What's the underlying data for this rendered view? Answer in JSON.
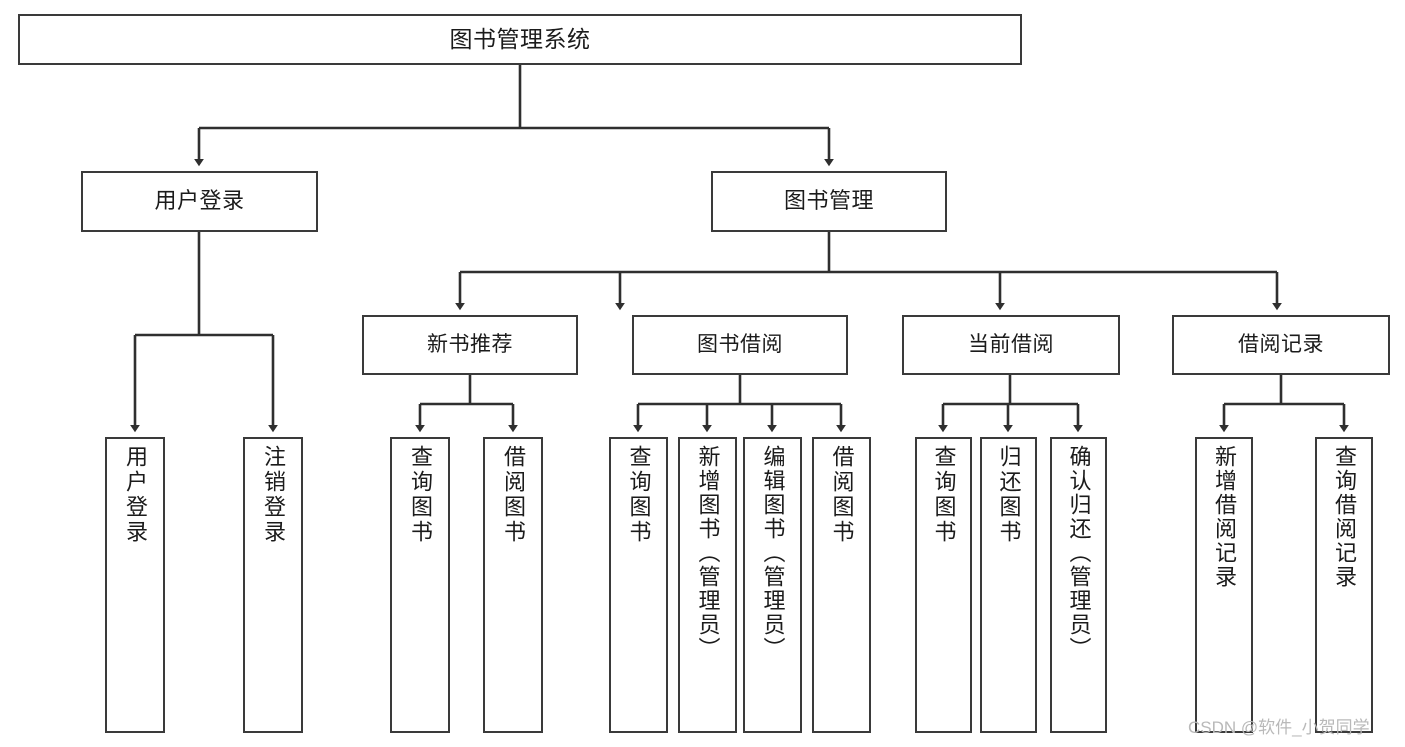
{
  "diagram": {
    "title": "图书管理系统",
    "type": "tree",
    "root": {
      "label": "图书管理系统",
      "children": [
        {
          "label": "用户登录",
          "children": [
            {
              "label": "用户登录"
            },
            {
              "label": "注销登录"
            }
          ]
        },
        {
          "label": "图书管理",
          "children": [
            {
              "label": "新书推荐",
              "children": [
                {
                  "label": "查询图书"
                },
                {
                  "label": "借阅图书"
                }
              ]
            },
            {
              "label": "图书借阅",
              "children": [
                {
                  "label": "查询图书"
                },
                {
                  "label": "新增图书（管理员）"
                },
                {
                  "label": "编辑图书（管理员）"
                },
                {
                  "label": "借阅图书"
                }
              ]
            },
            {
              "label": "当前借阅",
              "children": [
                {
                  "label": "查询图书"
                },
                {
                  "label": "归还图书"
                },
                {
                  "label": "确认归还（管理员）"
                }
              ]
            },
            {
              "label": "借阅记录",
              "children": [
                {
                  "label": "新增借阅记录"
                },
                {
                  "label": "查询借阅记录"
                }
              ]
            }
          ]
        }
      ]
    }
  },
  "nodes": {
    "root": "图书管理系统",
    "user_login": "用户登录",
    "book_manage": "图书管理",
    "new_book_rec": "新书推荐",
    "book_borrow": "图书借阅",
    "current_borrow": "当前借阅",
    "borrow_record": "借阅记录",
    "leaf_user_login": "用户登录",
    "leaf_logout": "注销登录",
    "leaf_query_book_1": "查询图书",
    "leaf_borrow_book_1": "借阅图书",
    "leaf_query_book_2": "查询图书",
    "leaf_add_book_admin": "新增图书（管理员）",
    "leaf_edit_book_admin": "编辑图书（管理员）",
    "leaf_borrow_book_2": "借阅图书",
    "leaf_query_book_3": "查询图书",
    "leaf_return_book": "归还图书",
    "leaf_confirm_return_admin": "确认归还（管理员）",
    "leaf_add_record": "新增借阅记录",
    "leaf_query_record": "查询借阅记录"
  },
  "watermark": {
    "text": "CSDN @软件_小贺同学"
  },
  "colors": {
    "border": "#3a3a3a",
    "connector": "#2f2f2f",
    "text": "#1b1b1b",
    "background": "#ffffff",
    "watermark": "#b9b9b9"
  }
}
